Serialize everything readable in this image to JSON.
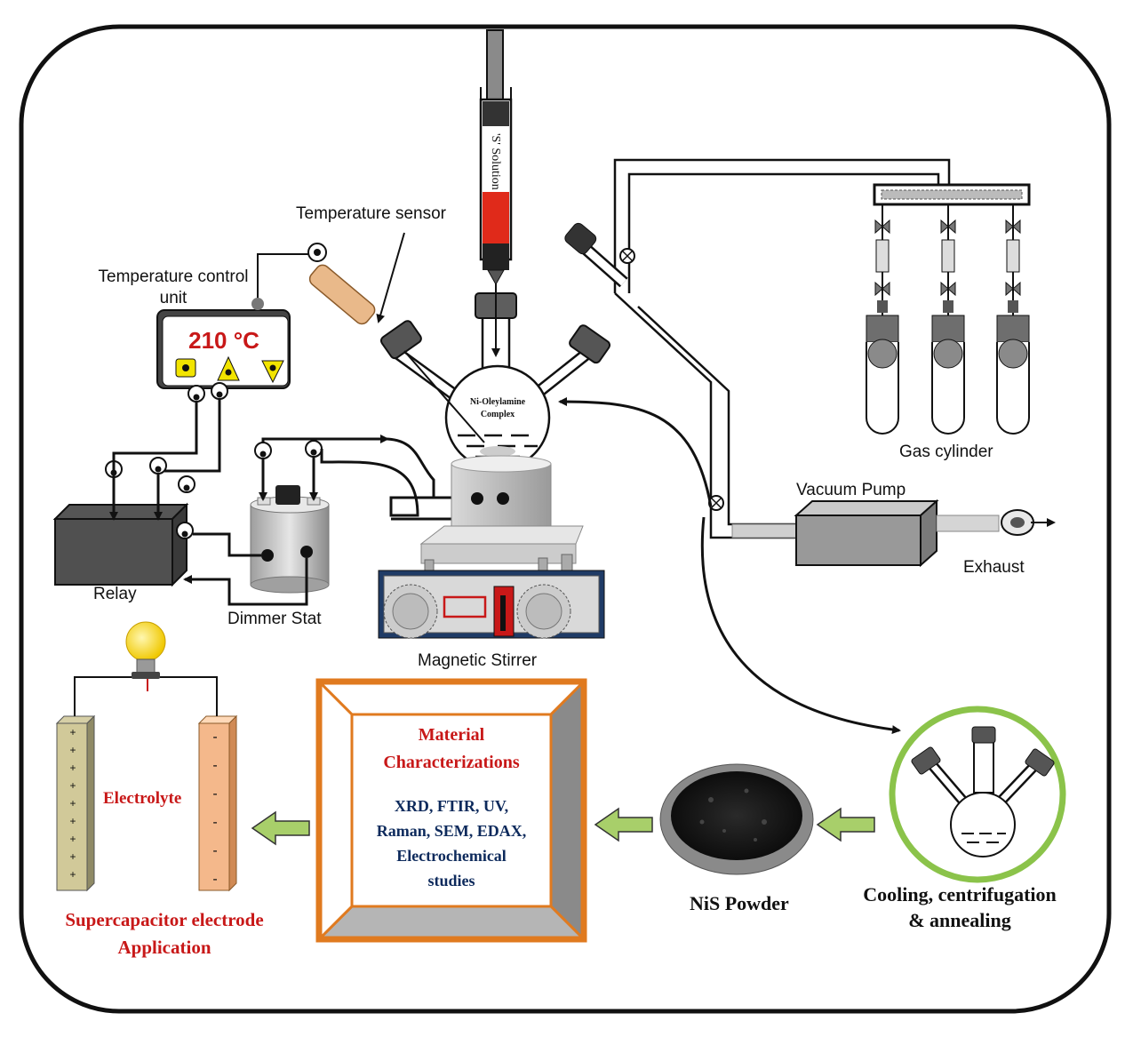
{
  "colors": {
    "border": "#111111",
    "arrow_green": "#a8cf6a",
    "orange": "#e07a1f",
    "red_text": "#c81818",
    "navy_text": "#0d2a5c",
    "stirrer_blue": "#1f3b66",
    "sulfur_red": "#e02a1a",
    "ring_green": "#8bc34a"
  },
  "labels": {
    "temperature_sensor": "Temperature sensor",
    "temperature_control_unit": [
      "Temperature control",
      "unit"
    ],
    "display_temp": "210 °C",
    "syringe": "'S' Solution",
    "flask": [
      "Ni-Oleylamine",
      "Complex"
    ],
    "gas_cylinder": "Gas cylinder",
    "vacuum_pump": "Vacuum Pump",
    "exhaust": "Exhaust",
    "relay": "Relay",
    "dimmer_stat": "Dimmer Stat",
    "magnetic_stirrer": "Magnetic Stirrer",
    "cooling": [
      "Cooling, centrifugation",
      "& annealing"
    ],
    "nis_powder": "NiS Powder",
    "characterization_title": [
      "Material",
      "Characterizations"
    ],
    "characterization_list": [
      "XRD, FTIR, UV,",
      "Raman, SEM, EDAX,",
      "Electrochemical",
      "studies"
    ],
    "electrolyte": "Electrolyte",
    "supercapacitor": [
      "Supercapacitor electrode",
      "Application"
    ],
    "electrode_plus": "+",
    "electrode_minus": "-"
  }
}
